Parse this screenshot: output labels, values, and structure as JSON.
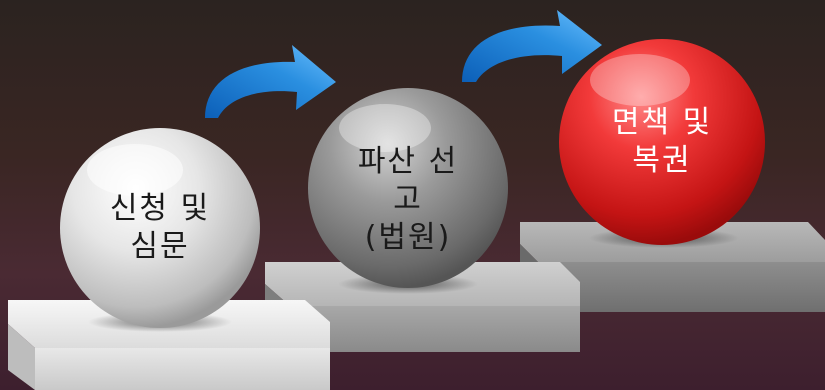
{
  "steps": [
    {
      "lines": [
        "신청 및",
        "심문"
      ],
      "ball_color": "silver"
    },
    {
      "lines": [
        "파산 선",
        "고",
        "(법원)"
      ],
      "ball_color": "gray"
    },
    {
      "lines": [
        "면책 및",
        "복권"
      ],
      "ball_color": "red"
    }
  ],
  "arrows": [
    {
      "from": 1,
      "to": 2,
      "color": "#2a8fe0"
    },
    {
      "from": 2,
      "to": 3,
      "color": "#2a8fe0"
    }
  ],
  "colors": {
    "background_top": "#2b2320",
    "background_bottom": "#3d1f2e",
    "arrow": "#2a8fe0",
    "red_ball": "#e02020",
    "silver_ball": "#d9d9d9",
    "gray_ball": "#8a8a8a"
  }
}
